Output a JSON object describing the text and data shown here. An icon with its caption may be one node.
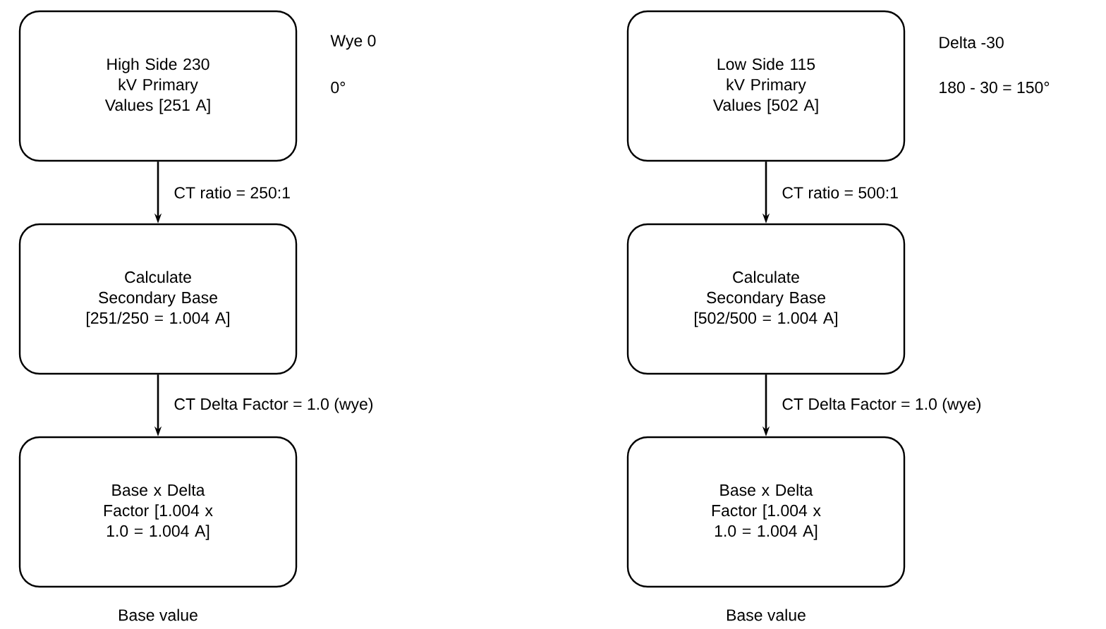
{
  "diagram": {
    "nodes": [
      {
        "text": [
          "High Side 230 kV Primary Values [251 A]"
        ],
        "beside": [
          "Wye 0",
          "0°"
        ]
      },
      {
        "text": [
          "Calculate Secondary Base [251/250 = 1.004 A]"
        ]
      },
      {
        "text": [
          "Base x Delta Factor [1.004 x 1.0 = 1.004 A]"
        ],
        "beside": [
          "Base value"
        ]
      },
      {
        "text": [
          "Low Side 115 kV Primary Values [502 A]"
        ],
        "beside": [
          "Delta -30",
          "180 - 30 = 150°"
        ]
      },
      {
        "text": [
          "Calculate Secondary Base [502/500 = 1.004 A]"
        ]
      },
      {
        "text": [
          "Base x Delta Factor [1.004 x 1.0 = 1.004 A]"
        ],
        "beside": [
          "Base value"
        ]
      }
    ],
    "edges": [
      {
        "from": 0,
        "to": 1,
        "arrow": "to",
        "label": "CT ratio = 250:1"
      },
      {
        "from": 1,
        "to": 2,
        "arrow": "to",
        "label": "CT Delta Factor = 1.0 (wye)"
      },
      {
        "from": 3,
        "to": 4,
        "arrow": "to",
        "label": "CT ratio = 500:1"
      },
      {
        "from": 4,
        "to": 5,
        "arrow": "to",
        "label": "CT Delta Factor = 1.0 (wye)"
      }
    ]
  }
}
